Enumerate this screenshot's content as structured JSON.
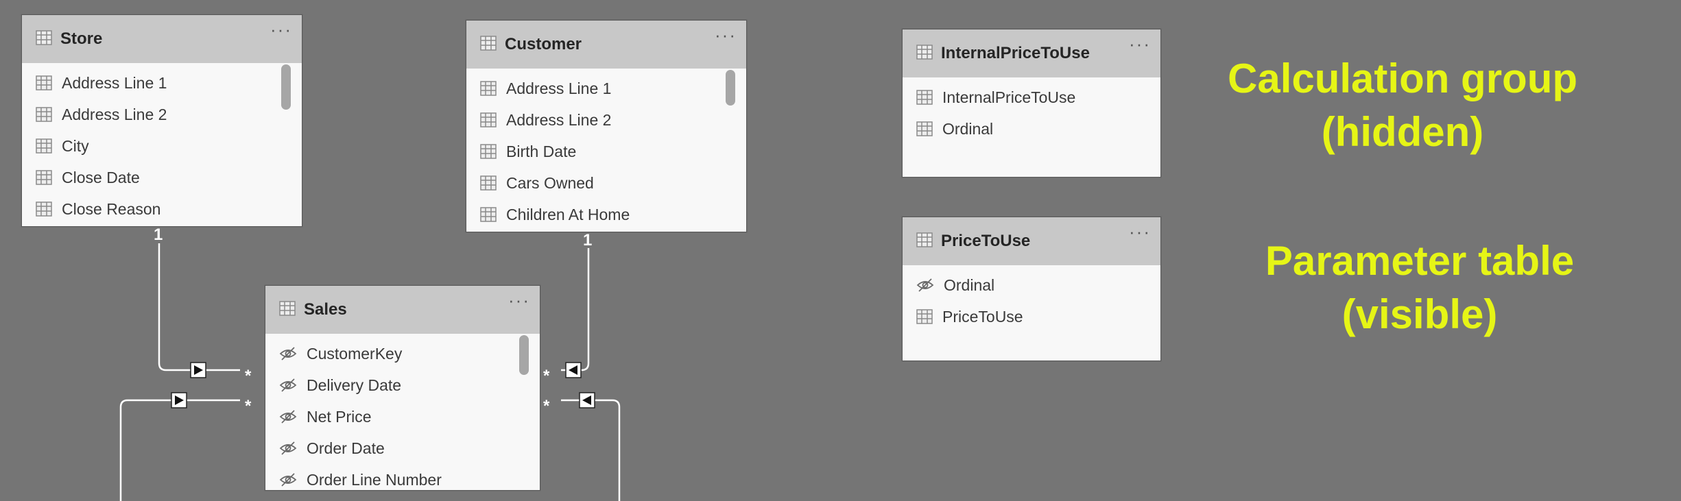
{
  "tables": {
    "store": {
      "title": "Store",
      "fields": [
        "Address Line 1",
        "Address Line 2",
        "City",
        "Close Date",
        "Close Reason"
      ]
    },
    "customer": {
      "title": "Customer",
      "fields": [
        "Address Line 1",
        "Address Line 2",
        "Birth Date",
        "Cars Owned",
        "Children At Home"
      ]
    },
    "sales": {
      "title": "Sales",
      "fields": [
        "CustomerKey",
        "Delivery Date",
        "Net Price",
        "Order Date",
        "Order Line Number"
      ]
    },
    "internal_price_to_use": {
      "title": "InternalPriceToUse",
      "fields": [
        "InternalPriceToUse",
        "Ordinal"
      ]
    },
    "price_to_use": {
      "title": "PriceToUse",
      "fields": [
        "Ordinal",
        "PriceToUse"
      ]
    }
  },
  "more_label": "···",
  "relationships": {
    "one": "1",
    "many": "*"
  },
  "annotations": {
    "calculation_group": "Calculation group\n(hidden)",
    "parameter_table": "Parameter table\n(visible)"
  },
  "icons": {
    "table": "table-icon",
    "column": "column-icon",
    "hidden_column": "hidden-eye-icon"
  },
  "colors": {
    "background": "#757575",
    "header": "#c8c8c8",
    "annotation": "#e6f516",
    "line": "#ffffff"
  }
}
